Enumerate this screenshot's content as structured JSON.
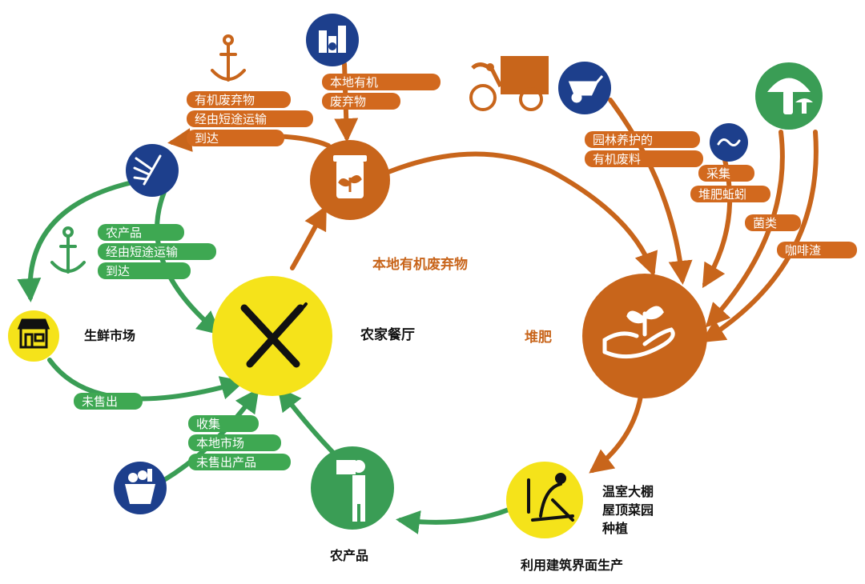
{
  "colors": {
    "green": "#3a9d55",
    "orange": "#c8651b",
    "yellow": "#f5e31a",
    "navy": "#1d3f8c",
    "lightgreen": "#3ea852",
    "label_orange": "#d2691e",
    "text_dark": "#111111"
  },
  "nodes": {
    "restaurant": {
      "label": "农家餐厅",
      "icon": "fork-knife-icon"
    },
    "compost": {
      "label": "堆肥",
      "icon": "hand-sprout-icon"
    },
    "greenhouse": {
      "label": "利用建筑界面生产",
      "icon": "farmer-planting-icon"
    },
    "produce": {
      "label": "农产品",
      "icon": "farmer-crate-icon"
    },
    "market": {
      "label": "生鲜市场",
      "icon": "storefront-icon"
    },
    "waste_bin": {
      "icon": "waste-bin-sprout-icon"
    },
    "farm_basket": {
      "icon": "produce-basket-icon"
    },
    "harvest_rake": {
      "icon": "rake-icon"
    },
    "mushroom": {
      "icon": "mushroom-icon"
    },
    "wheelbarrow": {
      "icon": "wheelbarrow-icon"
    },
    "worm": {
      "icon": "worm-icon"
    },
    "delivery_bike": {
      "icon": "cargo-bike-icon"
    },
    "local_factory": {
      "icon": "local-factory-icon"
    }
  },
  "labels": {
    "organic_waste_center": "本地有机废弃物",
    "greenhouse_lines": [
      "温室大棚",
      "屋顶菜园",
      "种植"
    ],
    "waste_short_transport": [
      "有机废弃物",
      "经由短途运输",
      "到达"
    ],
    "local_organic_waste": [
      "本地有机",
      "废弃物"
    ],
    "produce_short_transport": [
      "农产品",
      "经由短途运输",
      "到达"
    ],
    "unsold": "未售出",
    "collect_market": [
      "收集",
      "本地市场",
      "未售出产品"
    ],
    "garden_waste": [
      "园林养护的",
      "有机废料"
    ],
    "worm_collect": [
      "采集",
      "堆肥蚯蚓"
    ],
    "fungi": "菌类",
    "coffee": "咖啡渣"
  }
}
